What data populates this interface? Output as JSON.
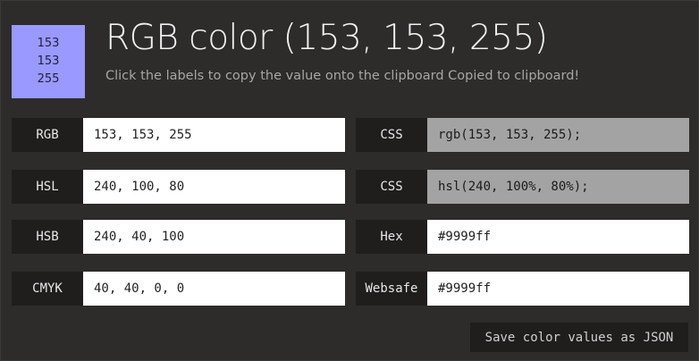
{
  "swatch": {
    "color": "#9999ff",
    "r": "153",
    "g": "153",
    "b": "255"
  },
  "header": {
    "title": "RGB color (153, 153, 255)",
    "subtitle": "Click the labels to copy the value onto the clipboard Copied to clipboard!"
  },
  "left": [
    {
      "label": "RGB",
      "value": "153, 153, 255"
    },
    {
      "label": "HSL",
      "value": "240, 100, 80"
    },
    {
      "label": "HSB",
      "value": "240, 40, 100"
    },
    {
      "label": "CMYK",
      "value": "40, 40, 0, 0"
    }
  ],
  "right": [
    {
      "label": "CSS",
      "value": "rgb(153, 153, 255);"
    },
    {
      "label": "CSS",
      "value": "hsl(240, 100%, 80%);"
    },
    {
      "label": "Hex",
      "value": "#9999ff"
    },
    {
      "label": "Websafe",
      "value": "#9999ff"
    }
  ],
  "save_button": "Save color values as JSON"
}
